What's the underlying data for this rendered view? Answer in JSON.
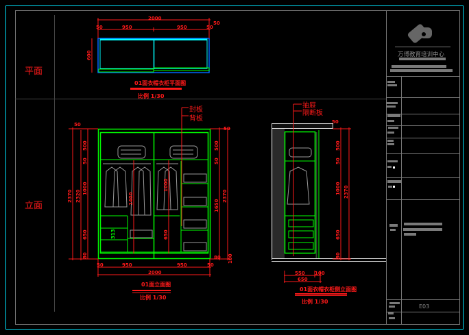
{
  "labels": {
    "plan": "平面",
    "elevation": "立面"
  },
  "plan": {
    "title": "01面衣帽衣柜平面图",
    "scale": "比例    1/30",
    "dims": {
      "total": "2000",
      "left": "50",
      "door1": "950",
      "door2": "950",
      "right": "50",
      "right_ext": "50",
      "depth": "600"
    }
  },
  "front": {
    "title": "01面立面图",
    "scale": "比例    1/30",
    "callouts": [
      "封板",
      "背板"
    ],
    "dims_left": {
      "overall": "2370",
      "inner": "2320",
      "top": "50",
      "a": "500",
      "b": "50",
      "c": "1000",
      "d": "650",
      "e": "80",
      "hang": "1400",
      "hang2": "1000",
      "drawer": "650"
    },
    "dims_right": {
      "overall": "2370",
      "top": "50",
      "a": "500",
      "b": "50",
      "c": "1650",
      "e": "80",
      "f": "100"
    },
    "dims_bottom": {
      "total": "2000",
      "left": "50",
      "door1": "950",
      "door2": "950",
      "right": "50"
    },
    "drawer_label": "313"
  },
  "side": {
    "title": "01面衣帽衣柜侧立面图",
    "scale": "比例    1/30",
    "callouts": [
      "抽屉",
      "隔断板"
    ],
    "dims": {
      "overall": "2370",
      "top": "50",
      "a": "500",
      "b": "50",
      "c": "1000",
      "d": "650",
      "e": "80",
      "depth": "550",
      "door": "100",
      "total": "650"
    }
  },
  "titleblock": {
    "company": "万博教育培训中心",
    "drawing_no": "E03"
  },
  "colors": {
    "dim": "#ff1a1a",
    "cabinet": "#00ff00",
    "plan_inner": "#00ffff",
    "plan_outer": "#0066ff",
    "frame": "#7a7a7a"
  }
}
